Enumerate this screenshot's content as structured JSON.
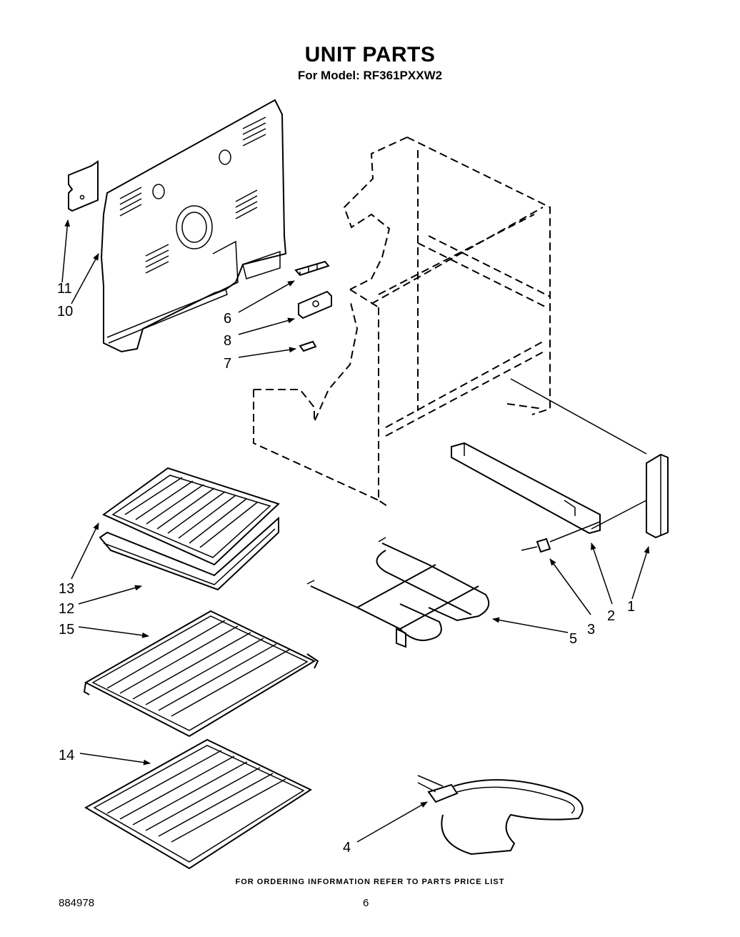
{
  "header": {
    "title": "UNIT PARTS",
    "model": "For Model: RF361PXXW2"
  },
  "callouts": [
    "1",
    "2",
    "3",
    "4",
    "5",
    "6",
    "7",
    "8",
    "10",
    "11",
    "12",
    "13",
    "14",
    "15"
  ],
  "footer": {
    "ordering_info": "FOR ORDERING INFORMATION REFER TO PARTS PRICE LIST",
    "document_number": "884978",
    "page_number": "6"
  }
}
